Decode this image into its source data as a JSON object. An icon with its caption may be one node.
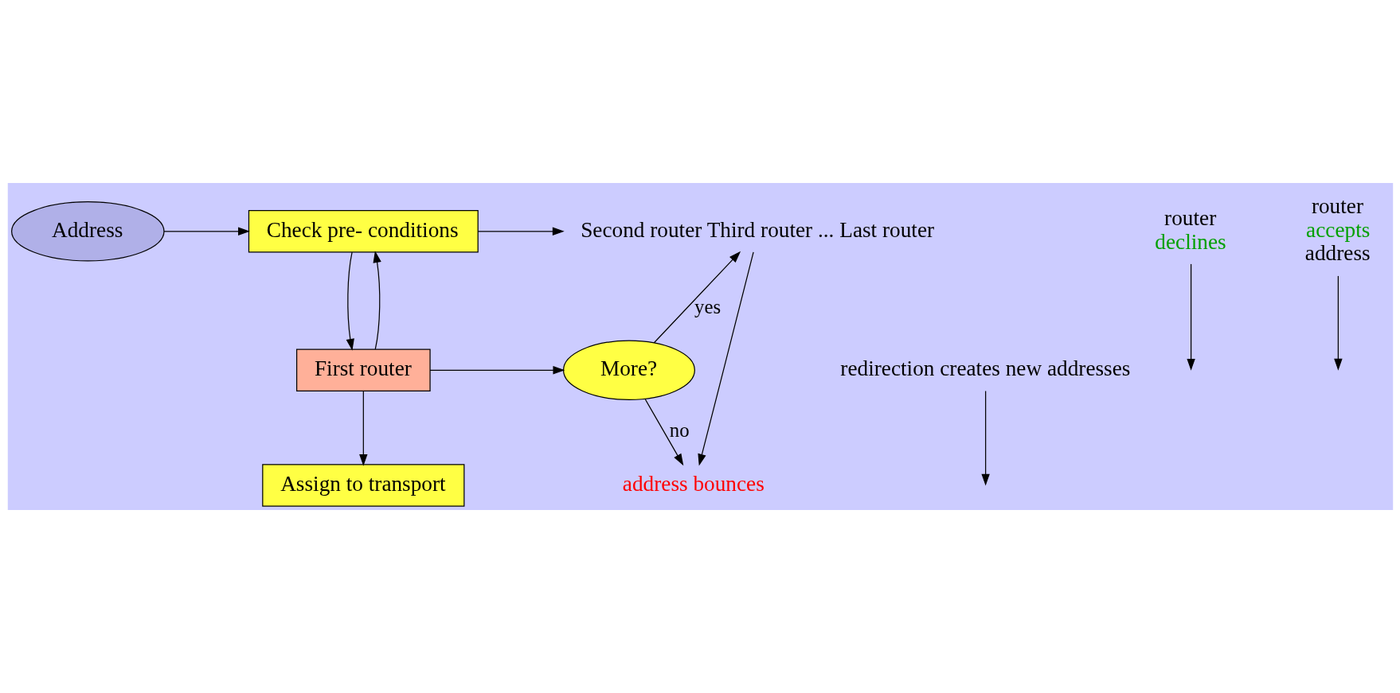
{
  "diagram": {
    "nodes": [
      {
        "text": [
          "Address"
        ]
      },
      {
        "text": [
          "Check pre- conditions"
        ]
      },
      {
        "text": [
          "First router"
        ]
      },
      {
        "text": [
          "More?"
        ]
      },
      {
        "text": [
          "Second router Third router ... Last router"
        ]
      },
      {
        "text": [
          "address bounces"
        ]
      },
      {
        "text": [
          "Assign to transport"
        ]
      },
      {
        "text": [
          "redirection creates new addresses"
        ]
      },
      {
        "text": [
          "router",
          "declines"
        ]
      },
      {
        "text": [
          "router",
          "accepts",
          "address"
        ]
      }
    ],
    "edges": [
      {
        "from": 0,
        "to": 1,
        "arrow": "to"
      },
      {
        "from": 1,
        "to": 2,
        "arrow": "to"
      },
      {
        "from": 2,
        "to": 1,
        "arrow": "to"
      },
      {
        "from": 2,
        "to": 3,
        "arrow": "to"
      },
      {
        "from": 1,
        "to": 4,
        "arrow": "to"
      },
      {
        "from": 3,
        "to": 4,
        "label": "yes",
        "arrow": "to"
      },
      {
        "from": 3,
        "to": 5,
        "label": "no",
        "arrow": "to"
      },
      {
        "from": 4,
        "to": 5,
        "arrow": "to"
      },
      {
        "from": 2,
        "to": 6,
        "arrow": "to"
      },
      {
        "from": 7,
        "to": null,
        "arrow": "to"
      },
      {
        "from": 8,
        "to": null,
        "arrow": "to"
      },
      {
        "from": 9,
        "to": null,
        "arrow": "to"
      }
    ]
  }
}
